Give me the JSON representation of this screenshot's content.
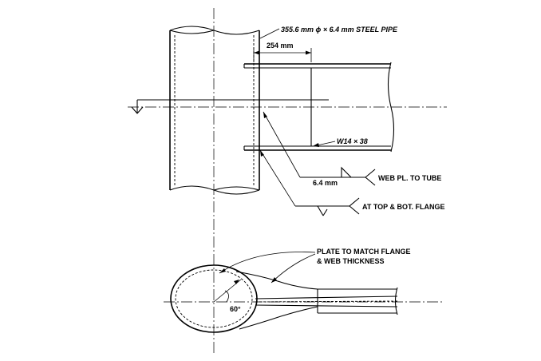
{
  "labels": {
    "pipe": "355.6 mm ϕ × 6.4 mm STEEL PIPE",
    "dim_254": "254 mm",
    "beam": "W14 × 38",
    "weld_size": "6.4 mm",
    "web_pl": "WEB PL. TO TUBE",
    "top_bot": "AT TOP & BOT. FLANGE",
    "plate_line1": "PLATE TO MATCH FLANGE",
    "plate_line2": "& WEB THICKNESS",
    "angle": "60°"
  }
}
